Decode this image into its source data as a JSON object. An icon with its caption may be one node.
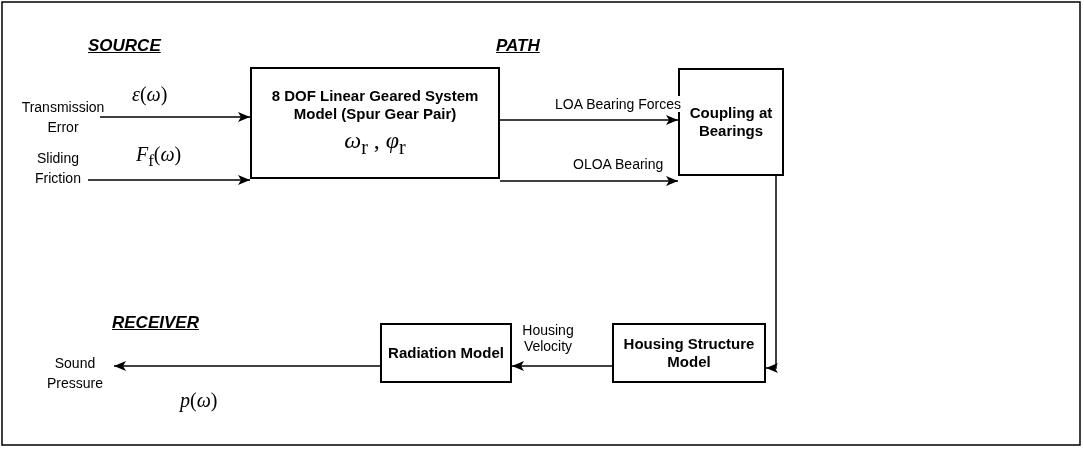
{
  "diagram": {
    "nodes": [
      {
        "text": [
          "Transmission Error"
        ]
      },
      {
        "text": [
          "Sliding Friction"
        ]
      },
      {
        "text": [
          "8 DOF Linear Geared System Model (Spur Gear Pair)",
          "*ω*$_{r}$ ,  *φ*$_{r}$"
        ]
      },
      {
        "text": [
          "Coupling at Bearings"
        ]
      },
      {
        "text": [
          "Housing Structure Model"
        ]
      },
      {
        "text": [
          "Radiation Model"
        ]
      },
      {
        "text": [
          "Sound Pressure"
        ]
      }
    ],
    "edges": [
      {
        "from": 0,
        "to": 2,
        "arrow": "to",
        "label": "*ε*(*ω*)"
      },
      {
        "from": 1,
        "to": 2,
        "arrow": "to",
        "label": "*F*$_{f}$(*ω*)"
      },
      {
        "from": 2,
        "to": 3,
        "arrow": "to",
        "label": "LOA Bearing Forces"
      },
      {
        "from": 2,
        "to": 3,
        "arrow": "to",
        "label": "OLOA Bearing"
      },
      {
        "from": 3,
        "to": 4,
        "arrow": "to"
      },
      {
        "from": 4,
        "to": 5,
        "arrow": "to",
        "label": "Housing Velocity"
      },
      {
        "from": 5,
        "to": 6,
        "arrow": "to",
        "label": "*p*(*ω*)"
      }
    ],
    "labels": [
      "SOURCE",
      "PATH",
      "RECEIVER"
    ]
  }
}
